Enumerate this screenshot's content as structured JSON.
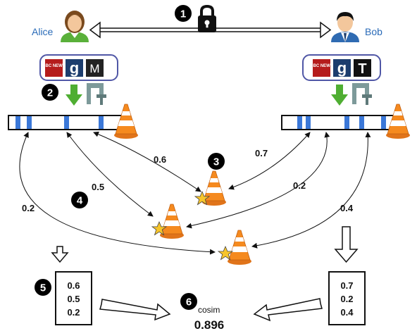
{
  "alice": {
    "name": "Alice"
  },
  "bob": {
    "name": "Bob"
  },
  "steps": [
    "1",
    "2",
    "3",
    "4",
    "5",
    "6"
  ],
  "alice_sources": [
    "BBC NEWS",
    "g",
    "M"
  ],
  "bob_sources": [
    "BBC NEWS",
    "g",
    "T"
  ],
  "alice_links": [
    "0.6",
    "0.5",
    "0.2"
  ],
  "bob_links": [
    "0.7",
    "0.2",
    "0.4"
  ],
  "alice_vector": [
    "0.6",
    "0.5",
    "0.2"
  ],
  "bob_vector": [
    "0.7",
    "0.2",
    "0.4"
  ],
  "cosim_label": "cosim",
  "result": "0.896",
  "colors": {
    "accent_blue": "#3b78d8",
    "cone_orange": "#f58a1f",
    "arrow_green": "#4fae32",
    "star_yellow": "#f7c52a",
    "step_black": "#000000"
  }
}
